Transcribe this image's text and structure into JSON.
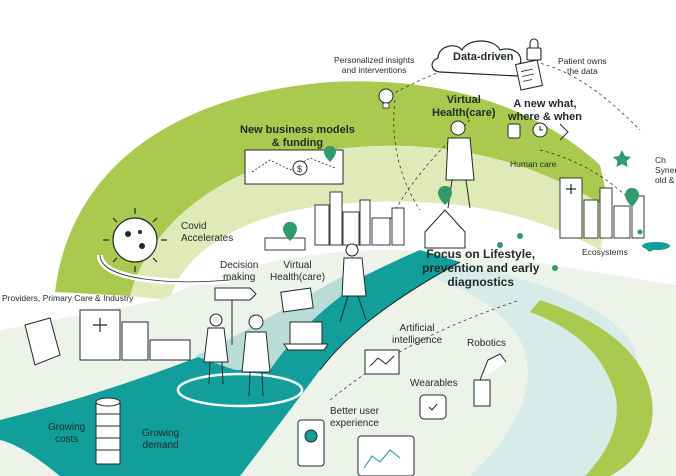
{
  "labels": {
    "data_driven": "Data-driven",
    "personalized_1": "Personalized insights",
    "personalized_2": "and interventions",
    "patient_owns_1": "Patient owns",
    "patient_owns_2": "the data",
    "virtual_top_1": "Virtual",
    "virtual_top_2": "Health(care)",
    "new_what_1": "A new what,",
    "new_what_2": "where & when",
    "new_business_1": "New business models",
    "new_business_2": "& funding",
    "human_care": "Human care",
    "covid_1": "Covid",
    "covid_2": "Accelerates",
    "decision_1": "Decision",
    "decision_2": "making",
    "virtual_mid_1": "Virtual",
    "virtual_mid_2": "Health(care)",
    "focus_1": "Focus on Lifestyle,",
    "focus_2": "prevention and early",
    "focus_3": "diagnostics",
    "ecosystems": "Ecosystems",
    "synergy_1": "Ch",
    "synergy_2": "Synerg",
    "synergy_3": "old & n",
    "providers": "Providers, Primary Care & Industry",
    "ai_1": "Artificial",
    "ai_2": "intelligence",
    "robotics": "Robotics",
    "wearables": "Wearables",
    "better_ux_1": "Better user",
    "better_ux_2": "experience",
    "growing_costs_1": "Growing",
    "growing_costs_2": "costs",
    "growing_demand_1": "Growing",
    "growing_demand_2": "demand"
  },
  "icons": {
    "cloud": "cloud-icon",
    "lock": "lock-icon",
    "document": "document-icon",
    "lightbulb": "lightbulb-icon",
    "star": "star-icon",
    "virus": "virus-icon",
    "location_pin": "location-pin-icon",
    "dollar_coin": "dollar-coin-icon"
  },
  "colors": {
    "lime": "#a9c94f",
    "lime_light": "#dfeab8",
    "teal": "#129e9a",
    "teal_light": "#d7ece8",
    "ink": "#1f2a2a",
    "green_pin": "#2f9a6a"
  }
}
